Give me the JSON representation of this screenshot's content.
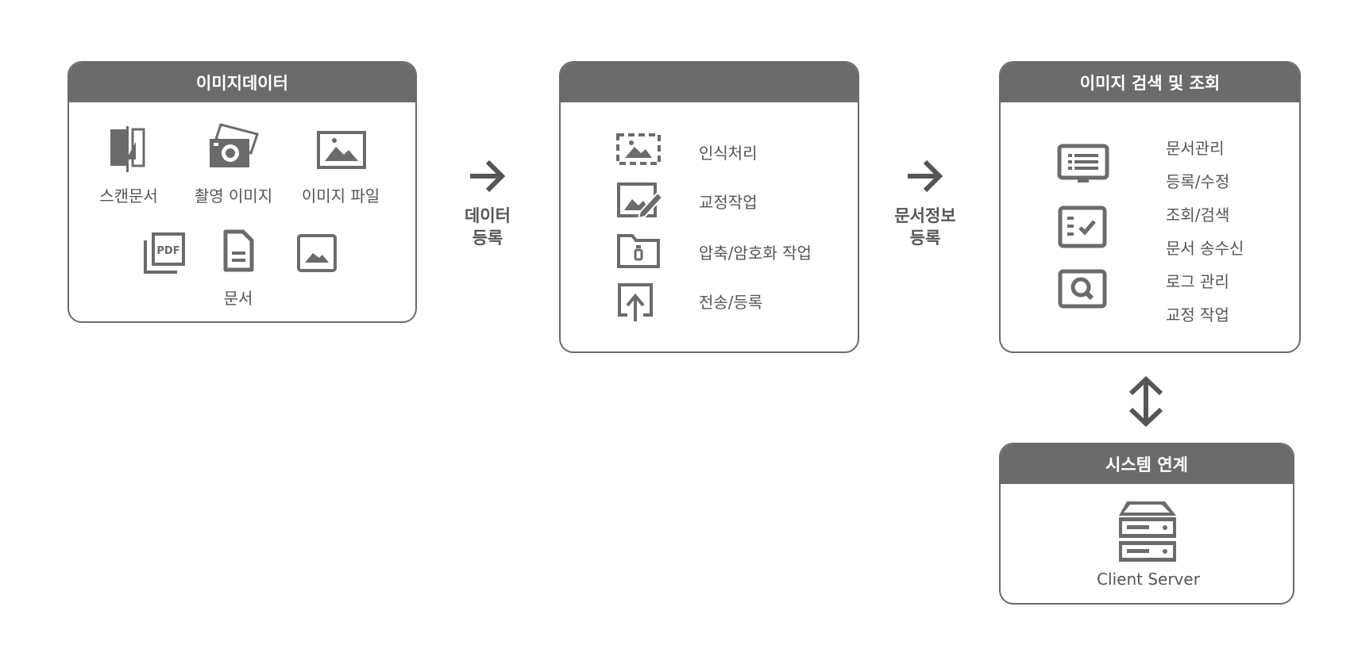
{
  "image_data_panel": {
    "title": "이미지데이터",
    "items": [
      "스캔문서",
      "촬영 이미지",
      "이미지 파일"
    ],
    "doc_label": "문서",
    "pdf_text": "PDF"
  },
  "arrow1_label": [
    "데이터",
    "등록"
  ],
  "process_panel": {
    "title": "",
    "items": [
      "인식처리",
      "교정작업",
      "압축/암호화 작업",
      "전송/등록"
    ]
  },
  "arrow2_label": [
    "문서정보",
    "등록"
  ],
  "search_panel": {
    "title": "이미지 검색 및 조회",
    "items": [
      "문서관리",
      "등록/수정",
      "조회/검색",
      "문서 송수신",
      "로그 관리",
      "교정 작업"
    ]
  },
  "system_panel": {
    "title": "시스템 연계",
    "server_label": "Client Server"
  },
  "colors": {
    "primary": "#6b6b6b",
    "text": "#555555",
    "background": "#ffffff"
  }
}
